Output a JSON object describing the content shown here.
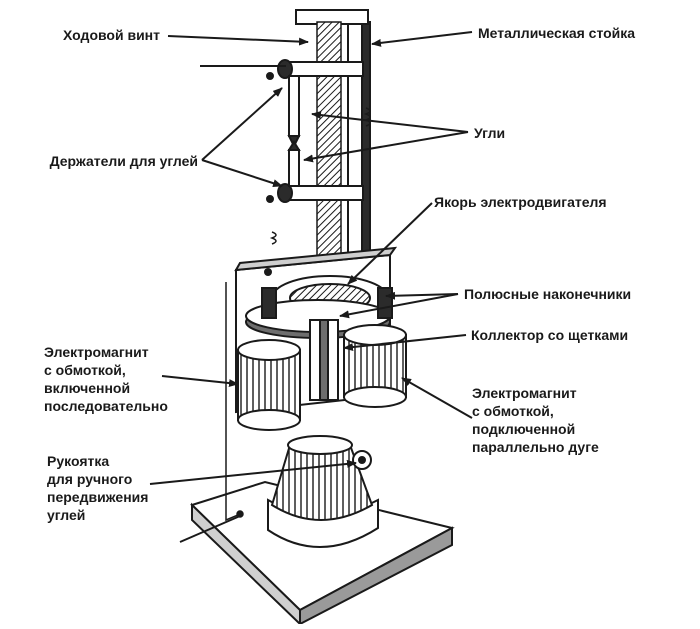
{
  "labels": {
    "lead_screw": "Ходовой винт",
    "metal_post": "Металлическая стойка",
    "carbons": "Угли",
    "carbon_holders": "Держатели для углей",
    "motor_armature": "Якорь электродвигателя",
    "pole_pieces": "Полюсные наконечники",
    "commutator": "Коллектор со щетками",
    "series_magnet": "Электромагнит\nс обмоткой,\nвключенной\nпоследовательно",
    "parallel_magnet": "Электромагнит\nс обмоткой,\nподключенной\nпараллельно дуге",
    "handle": "Рукоятка\nдля ручного\nпередвижения\nуглей"
  },
  "colors": {
    "ink": "#1a1a1a",
    "paper": "#ffffff",
    "shade": "#6e6e6e",
    "dark": "#2b2b2b"
  }
}
